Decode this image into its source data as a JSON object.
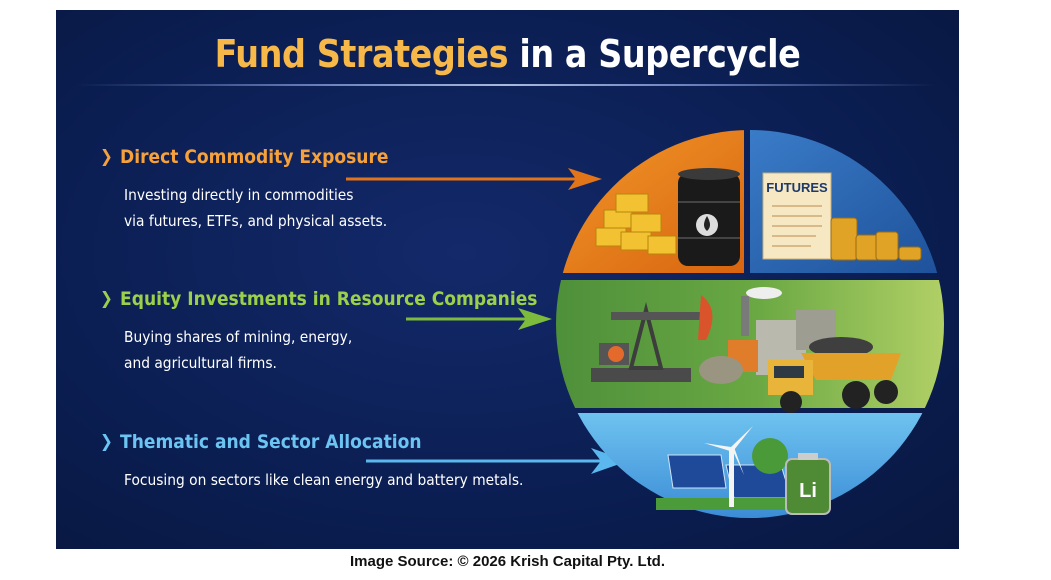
{
  "title": {
    "highlight": "Fund Strategies",
    "rest": "in a Supercycle"
  },
  "strategies": [
    {
      "heading": "Direct Commodity Exposure",
      "lines": [
        "Investing directly in commodities",
        "via futures, ETFs, and physical assets."
      ],
      "color": "#f28a1e"
    },
    {
      "heading": "Equity Investments in Resource Companies",
      "lines": [
        "Buying shares of mining, energy,",
        "and agricultural firms."
      ],
      "color": "#8cc63f"
    },
    {
      "heading": "Thematic and Sector Allocation",
      "lines": [
        "Focusing on sectors like clean energy and battery metals."
      ],
      "color": "#5bb8ee"
    }
  ],
  "illustration": {
    "futures_label": "FUTURES",
    "battery_label": "Li"
  },
  "caption": "Image Source: © 2026 Krish Capital Pty. Ltd."
}
